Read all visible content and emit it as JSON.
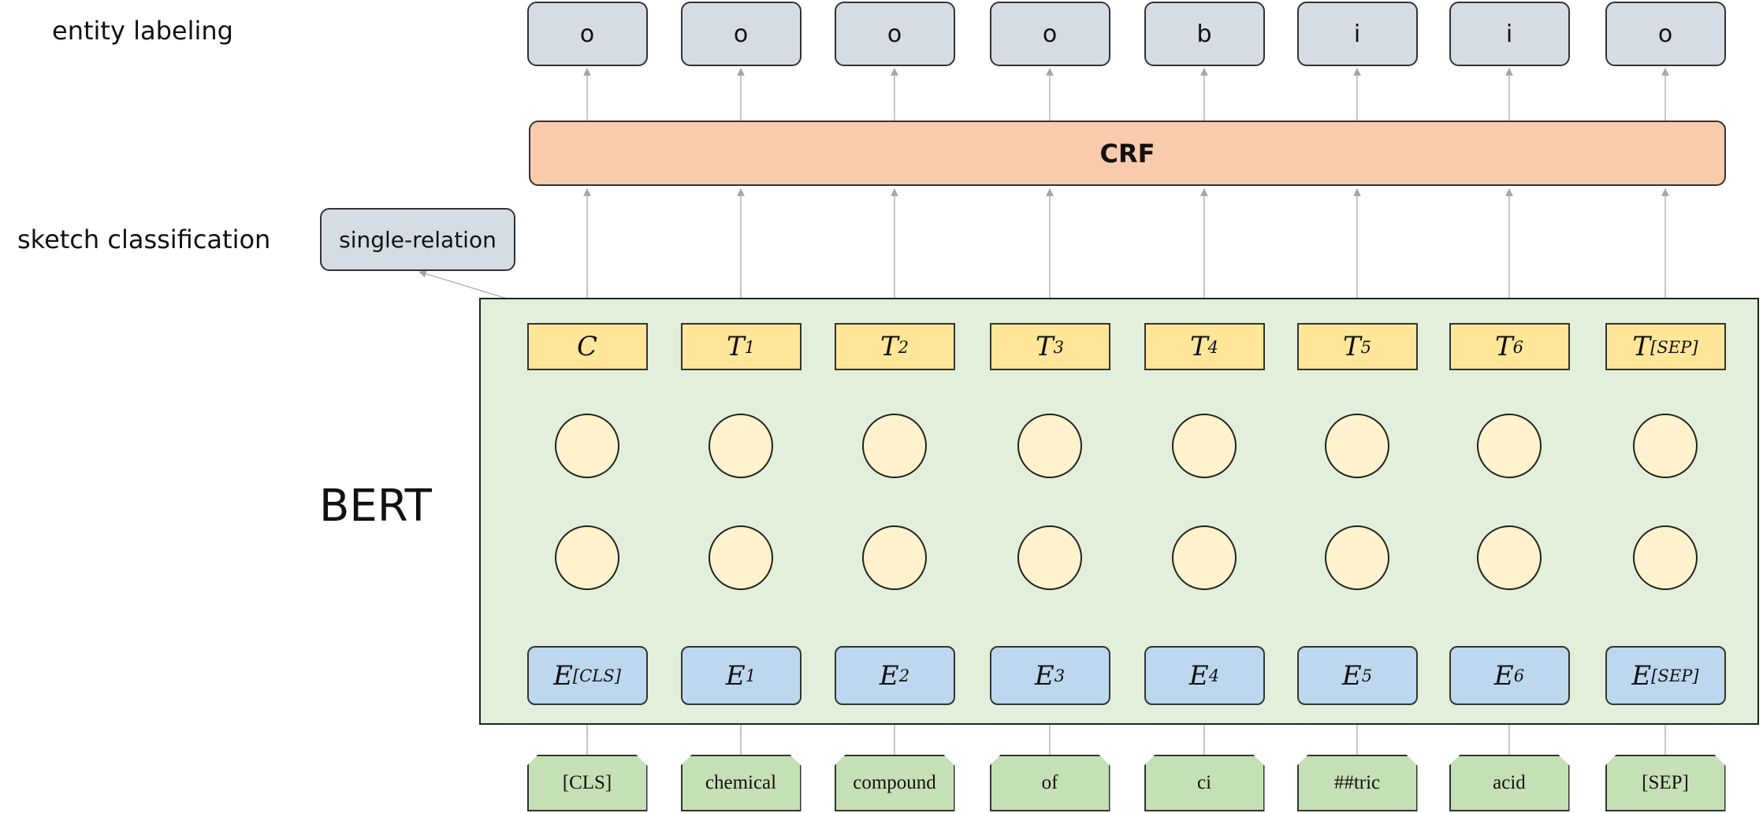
{
  "labels": {
    "entity_labeling": "entity labeling",
    "sketch_classification": "sketch classification",
    "bert": "BERT"
  },
  "crf_label": "CRF",
  "sketch_output": "single-relation",
  "outputs": [
    "o",
    "o",
    "o",
    "o",
    "b",
    "i",
    "i",
    "o"
  ],
  "hidden_tokens": [
    {
      "base": "C",
      "sub": ""
    },
    {
      "base": "T",
      "sub": "1"
    },
    {
      "base": "T",
      "sub": "2"
    },
    {
      "base": "T",
      "sub": "3"
    },
    {
      "base": "T",
      "sub": "4"
    },
    {
      "base": "T",
      "sub": "5"
    },
    {
      "base": "T",
      "sub": "6"
    },
    {
      "base": "T",
      "sub": "[SEP]"
    }
  ],
  "embeddings": [
    {
      "base": "E",
      "sub": "[CLS]"
    },
    {
      "base": "E",
      "sub": "1"
    },
    {
      "base": "E",
      "sub": "2"
    },
    {
      "base": "E",
      "sub": "3"
    },
    {
      "base": "E",
      "sub": "4"
    },
    {
      "base": "E",
      "sub": "5"
    },
    {
      "base": "E",
      "sub": "6"
    },
    {
      "base": "E",
      "sub": "[SEP]"
    }
  ],
  "inputs": [
    "[CLS]",
    "chemical",
    "compound",
    "of",
    "ci",
    "##tric",
    "acid",
    "[SEP]"
  ],
  "colors": {
    "output": "#d6dce4",
    "crf": "#f8cbad",
    "hidden": "#ffe699",
    "neuron": "#fff2cc",
    "embedding": "#bdd7ee",
    "input": "#c5e0b4",
    "bert_bg": "#e2efda",
    "connector": "#b0b0b0"
  }
}
